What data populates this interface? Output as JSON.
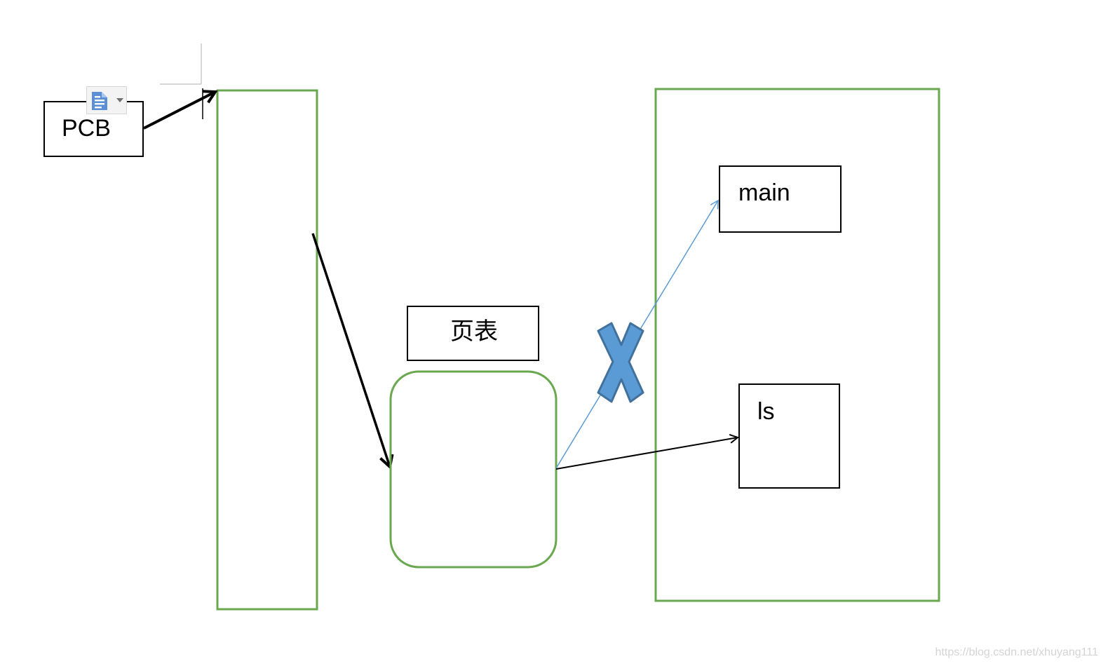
{
  "labels": {
    "pcb": "PCB",
    "main": "main",
    "ls": "ls",
    "page_table": "页表"
  },
  "watermark": "https://blog.csdn.net/xhuyang111",
  "colors": {
    "green_border": "#6aa84f",
    "black": "#000000",
    "blue_arrow": "#5b9bd5",
    "cross_fill": "#5b9bd5",
    "cross_stroke": "#41719c"
  },
  "icons": {
    "paste_options": "paste-options-icon",
    "cross_mark": "x-mark-icon"
  }
}
